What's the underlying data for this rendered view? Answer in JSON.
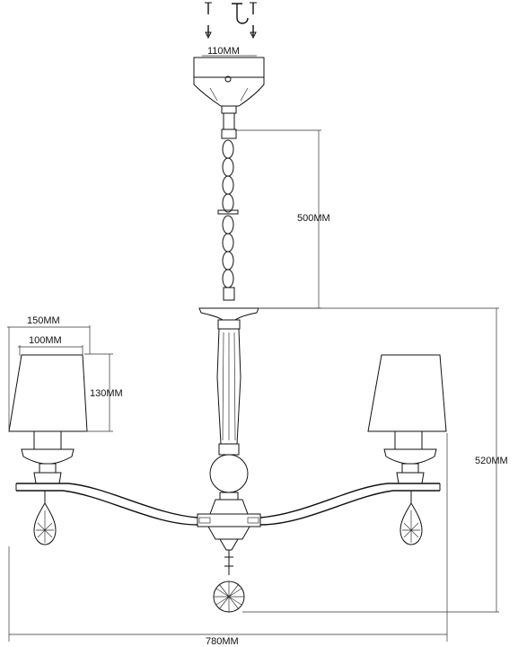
{
  "dimensions": {
    "canopy_width": "110MM",
    "chain_length": "500MM",
    "shade_top_width": "100MM",
    "shade_bottom_width": "150MM",
    "shade_height": "130MM",
    "total_height": "520MM",
    "total_width": "780MM"
  },
  "colors": {
    "line": "#111111",
    "background": "#ffffff"
  }
}
